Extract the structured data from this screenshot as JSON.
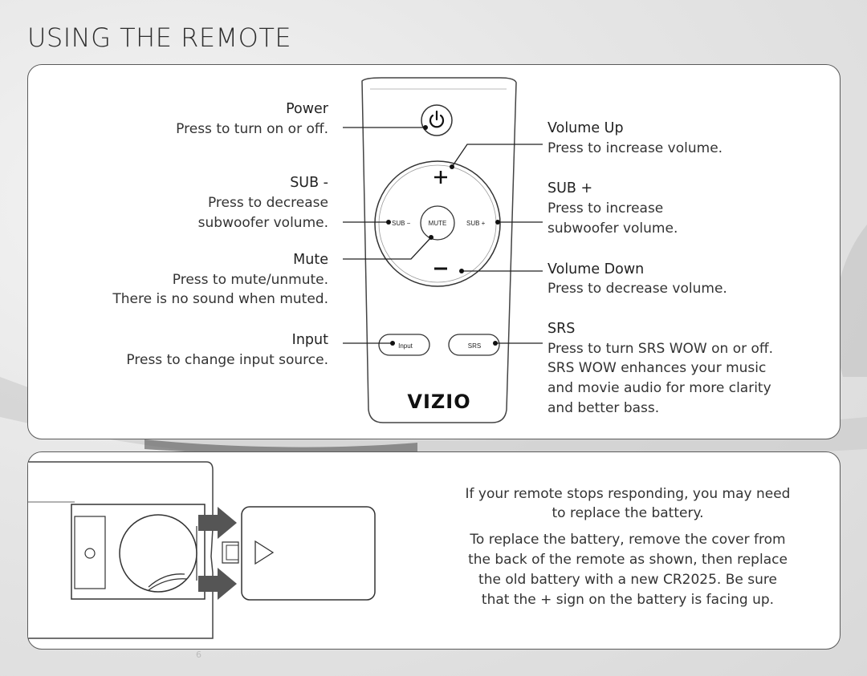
{
  "page": {
    "title": "USING THE REMOTE",
    "page_number": "6"
  },
  "remote": {
    "brand": "VIZIO",
    "buttons": {
      "sub_minus": "SUB −",
      "mute": "MUTE",
      "sub_plus": "SUB +",
      "plus": "+",
      "minus": "−",
      "input": "Input",
      "srs": "SRS"
    }
  },
  "callouts": {
    "power": {
      "title": "Power",
      "lines": [
        "Press to turn on or off."
      ]
    },
    "sub_minus": {
      "title": "SUB -",
      "lines": [
        "Press to decrease",
        "subwoofer volume."
      ]
    },
    "mute": {
      "title": "Mute",
      "lines": [
        "Press to mute/unmute.",
        "There is no sound when muted."
      ]
    },
    "input": {
      "title": "Input",
      "lines": [
        "Press to change input source."
      ]
    },
    "volume_up": {
      "title": "Volume Up",
      "lines": [
        "Press to increase volume."
      ]
    },
    "sub_plus": {
      "title": "SUB +",
      "lines": [
        "Press to increase",
        "subwoofer volume."
      ]
    },
    "volume_down": {
      "title": "Volume Down",
      "lines": [
        "Press to decrease volume."
      ]
    },
    "srs": {
      "title": "SRS",
      "lines": [
        "Press to turn SRS WOW on or off.",
        "SRS WOW enhances your music",
        "and movie audio for more clarity",
        "and better bass."
      ]
    }
  },
  "battery": {
    "para1": [
      "If your remote stops responding, you may need",
      "to replace the battery."
    ],
    "para2": [
      "To replace the battery, remove the cover from",
      "the back of the remote as shown, then replace",
      "the old battery with a new CR2025. Be sure",
      "that the + sign on the battery is facing up."
    ]
  },
  "colors": {
    "panel_border": "#5a5a5a",
    "text": "#333333",
    "background": "#e6e6e6"
  }
}
